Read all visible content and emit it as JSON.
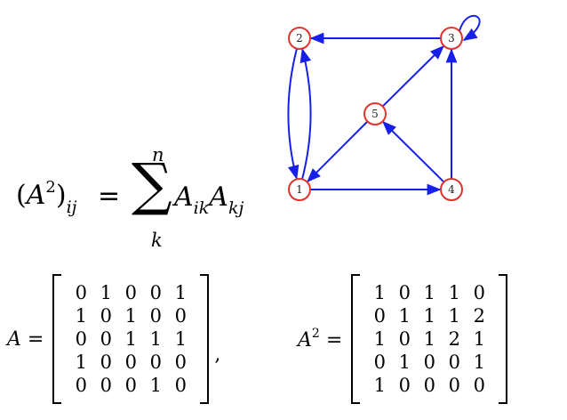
{
  "graph": {
    "nodes": [
      "1",
      "2",
      "3",
      "4",
      "5"
    ],
    "edges": [
      {
        "from": "1",
        "to": "2"
      },
      {
        "from": "2",
        "to": "1"
      },
      {
        "from": "3",
        "to": "2"
      },
      {
        "from": "3",
        "to": "3"
      },
      {
        "from": "1",
        "to": "4"
      },
      {
        "from": "4",
        "to": "3"
      },
      {
        "from": "4",
        "to": "5"
      },
      {
        "from": "5",
        "to": "3"
      },
      {
        "from": "5",
        "to": "1"
      }
    ],
    "node_stroke_color": "#e0342c",
    "edge_color": "#1620e8"
  },
  "formula": {
    "lhs_base": "A",
    "lhs_exp": "2",
    "lhs_sub": "ij",
    "equals": "=",
    "sigma": "∑",
    "upper": "n",
    "lower": "k",
    "term1": "A",
    "term1_sub": "ik",
    "term2": "A",
    "term2_sub": "kj"
  },
  "matrix_a": {
    "label": "A",
    "equals": "=",
    "trailing": ",",
    "rows": [
      [
        "0",
        "1",
        "0",
        "0",
        "1"
      ],
      [
        "1",
        "0",
        "1",
        "0",
        "0"
      ],
      [
        "0",
        "0",
        "1",
        "1",
        "1"
      ],
      [
        "1",
        "0",
        "0",
        "0",
        "0"
      ],
      [
        "0",
        "0",
        "0",
        "1",
        "0"
      ]
    ]
  },
  "matrix_a2": {
    "label": "A",
    "exp": "2",
    "equals": "=",
    "rows": [
      [
        "1",
        "0",
        "1",
        "1",
        "0"
      ],
      [
        "0",
        "1",
        "1",
        "1",
        "2"
      ],
      [
        "1",
        "0",
        "1",
        "2",
        "1"
      ],
      [
        "0",
        "1",
        "0",
        "0",
        "1"
      ],
      [
        "1",
        "0",
        "0",
        "0",
        "0"
      ]
    ]
  }
}
